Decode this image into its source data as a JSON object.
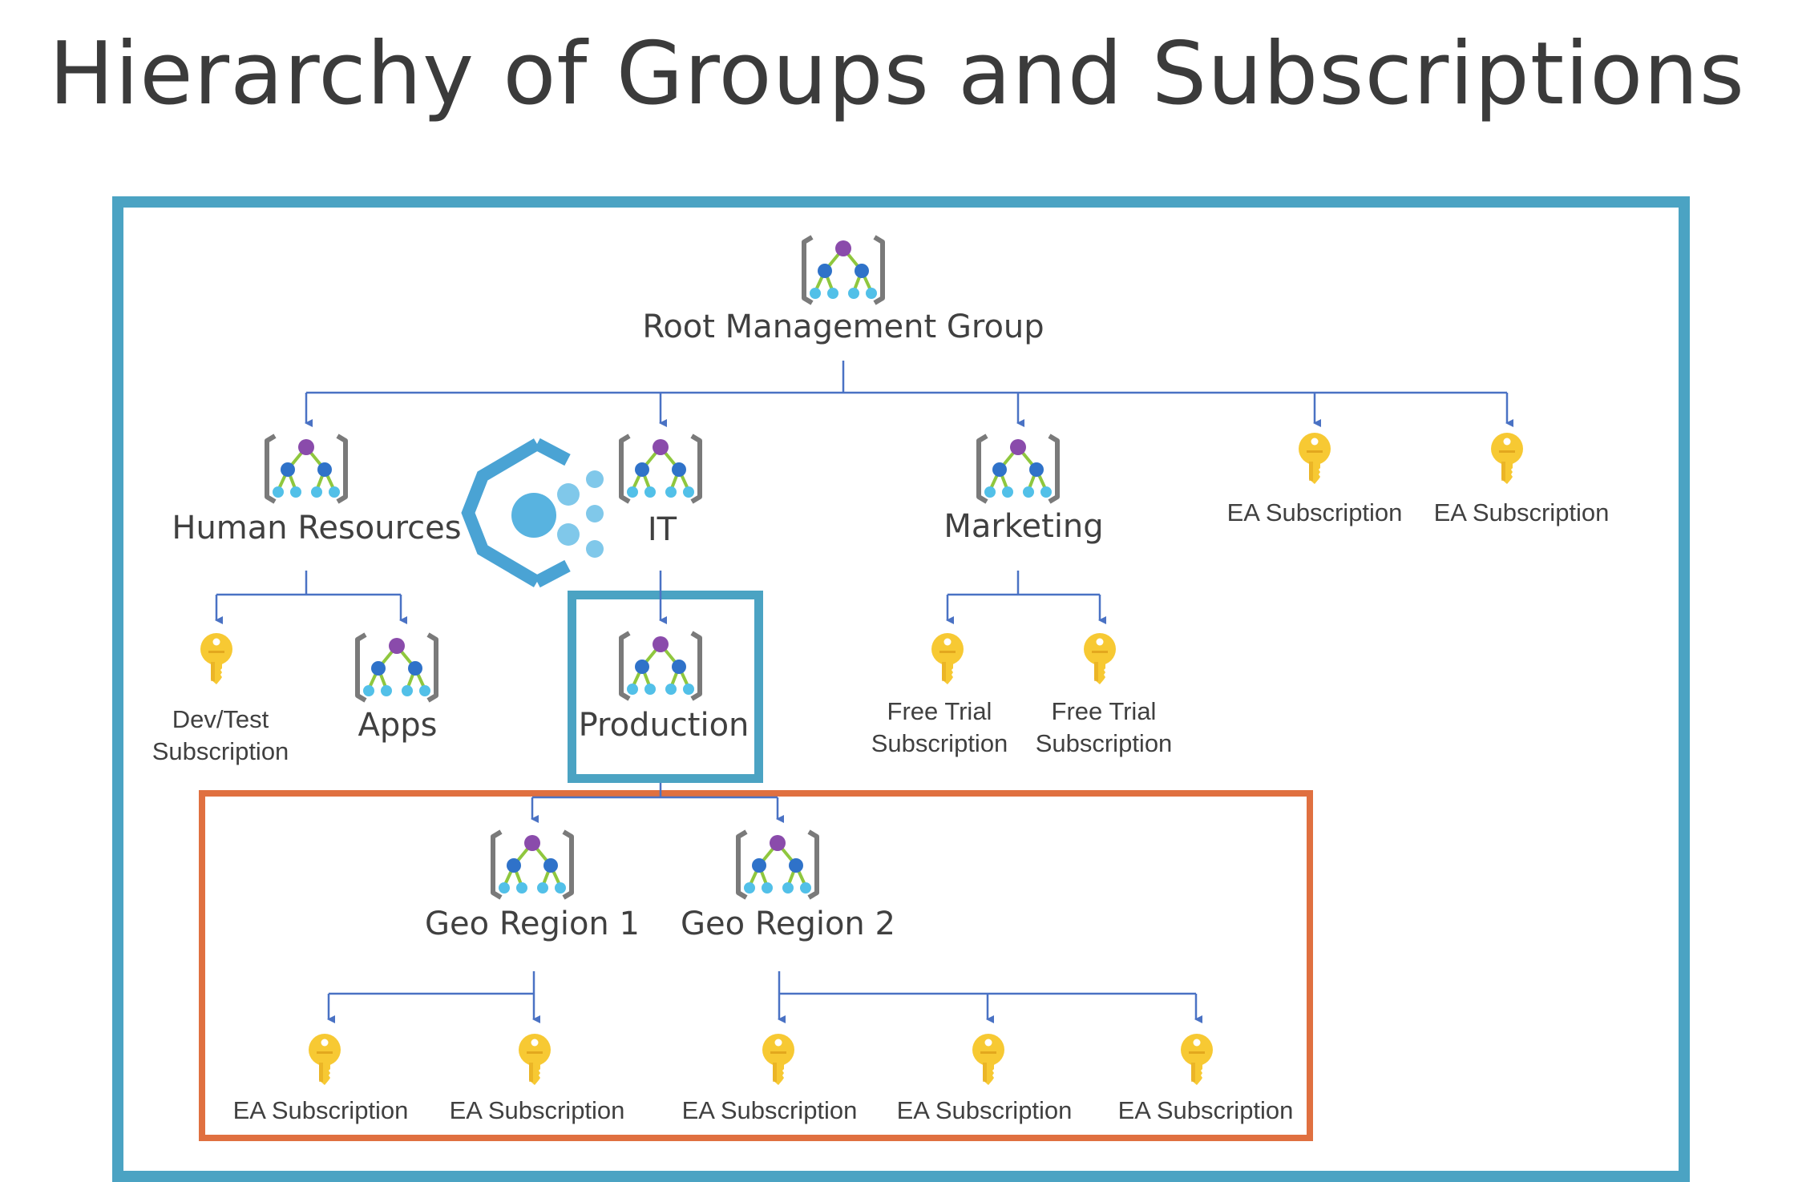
{
  "title": "Hierarchy of Groups and Subscriptions",
  "colors": {
    "frame": "#4ba3c3",
    "highlight_production": "#4ba3c3",
    "highlight_geo": "#e07040",
    "connector": "#4a72c4",
    "key": "#f7c933",
    "mg_purple": "#8a4bab",
    "mg_blue": "#2f72c9",
    "mg_cyan": "#52c0e8",
    "mg_green": "#8fc73e",
    "mg_bracket": "#7a7a7a"
  },
  "nodes": {
    "root": {
      "label": "Root Management Group",
      "icon": "management-group-icon"
    },
    "human_resources": {
      "label": "Human Resources",
      "icon": "management-group-icon"
    },
    "it": {
      "label": "IT",
      "icon": "management-group-icon"
    },
    "marketing": {
      "label": "Marketing",
      "icon": "management-group-icon"
    },
    "root_ea_1": {
      "label": "EA Subscription",
      "icon": "key-icon"
    },
    "root_ea_2": {
      "label": "EA Subscription",
      "icon": "key-icon"
    },
    "devtest": {
      "label_line1": "Dev/Test",
      "label_line2": "Subscription",
      "icon": "key-icon"
    },
    "apps": {
      "label": "Apps",
      "icon": "management-group-icon"
    },
    "production": {
      "label": "Production",
      "icon": "management-group-icon"
    },
    "free_trial_1": {
      "label_line1": "Free Trial",
      "label_line2": "Subscription",
      "icon": "key-icon"
    },
    "free_trial_2": {
      "label_line1": "Free Trial",
      "label_line2": "Subscription",
      "icon": "key-icon"
    },
    "geo_region_1": {
      "label": "Geo Region 1",
      "icon": "management-group-icon"
    },
    "geo_region_2": {
      "label": "Geo Region 2",
      "icon": "management-group-icon"
    },
    "geo1_ea_1": {
      "label": "EA Subscription",
      "icon": "key-icon"
    },
    "geo1_ea_2": {
      "label": "EA Subscription",
      "icon": "key-icon"
    },
    "geo2_ea_1": {
      "label": "EA Subscription",
      "icon": "key-icon"
    },
    "geo2_ea_2": {
      "label": "EA Subscription",
      "icon": "key-icon"
    },
    "geo2_ea_3": {
      "label": "EA Subscription",
      "icon": "key-icon"
    }
  },
  "overlay_logo": {
    "icon": "hexagon-logo-icon"
  }
}
